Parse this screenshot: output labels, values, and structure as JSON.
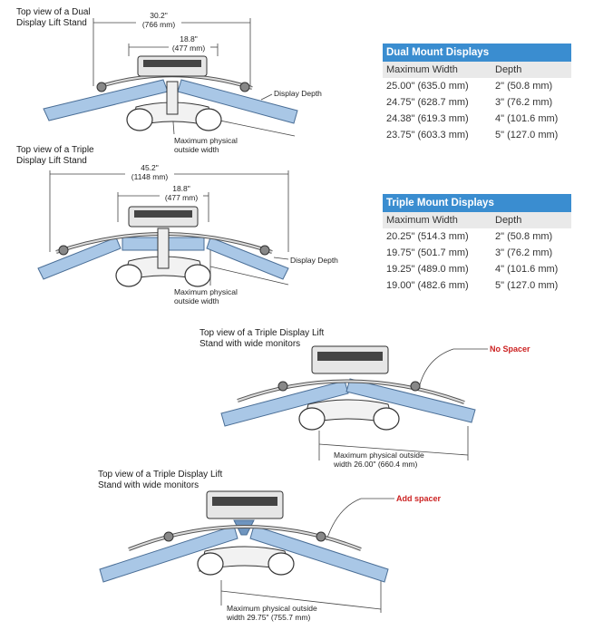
{
  "diagrams": {
    "dual": {
      "caption": "Top view of a Dual\nDisplay Lift Stand",
      "overall_width": "30.2\"\n(766 mm)",
      "inner_width": "18.8\"\n(477 mm)",
      "display_depth_label": "Display Depth",
      "max_width_label": "Maximum physical\noutside width"
    },
    "triple": {
      "caption": "Top view of a Triple\nDisplay Lift Stand",
      "overall_width": "45.2\"\n(1148 mm)",
      "inner_width": "18.8\"\n(477 mm)",
      "display_depth_label": "Display Depth",
      "max_width_label": "Maximum physical\noutside width"
    },
    "wide_no_spacer": {
      "caption": "Top view of a Triple Display Lift\nStand with wide monitors",
      "callout": "No Spacer",
      "max_width_label": "Maximum physical outside\nwidth 26.00\" (660.4 mm)"
    },
    "wide_add_spacer": {
      "caption": "Top view of a Triple Display Lift\nStand with wide monitors",
      "callout": "Add spacer",
      "max_width_label": "Maximum physical outside\nwidth 29.75\" (755.7 mm)"
    }
  },
  "tables": {
    "dual": {
      "title": "Dual Mount Displays",
      "col1": "Maximum Width",
      "col2": "Depth",
      "rows": [
        [
          "25.00\" (635.0 mm)",
          "2\" (50.8 mm)"
        ],
        [
          "24.75\" (628.7 mm)",
          "3\" (76.2 mm)"
        ],
        [
          "24.38\" (619.3 mm)",
          "4\" (101.6 mm)"
        ],
        [
          "23.75\" (603.3 mm)",
          "5\" (127.0 mm)"
        ]
      ]
    },
    "triple": {
      "title": "Triple Mount Displays",
      "col1": "Maximum Width",
      "col2": "Depth",
      "rows": [
        [
          "20.25\" (514.3 mm)",
          "2\" (50.8 mm)"
        ],
        [
          "19.75\" (501.7 mm)",
          "3\" (76.2 mm)"
        ],
        [
          "19.25\" (489.0 mm)",
          "4\" (101.6 mm)"
        ],
        [
          "19.00\" (482.6 mm)",
          "5\" (127.0 mm)"
        ]
      ]
    }
  },
  "colors": {
    "monitor_fill": "#a9c7e6",
    "monitor_stroke": "#4a6e96",
    "header_blue": "#3a8dd0",
    "callout_red": "#cc2222"
  }
}
